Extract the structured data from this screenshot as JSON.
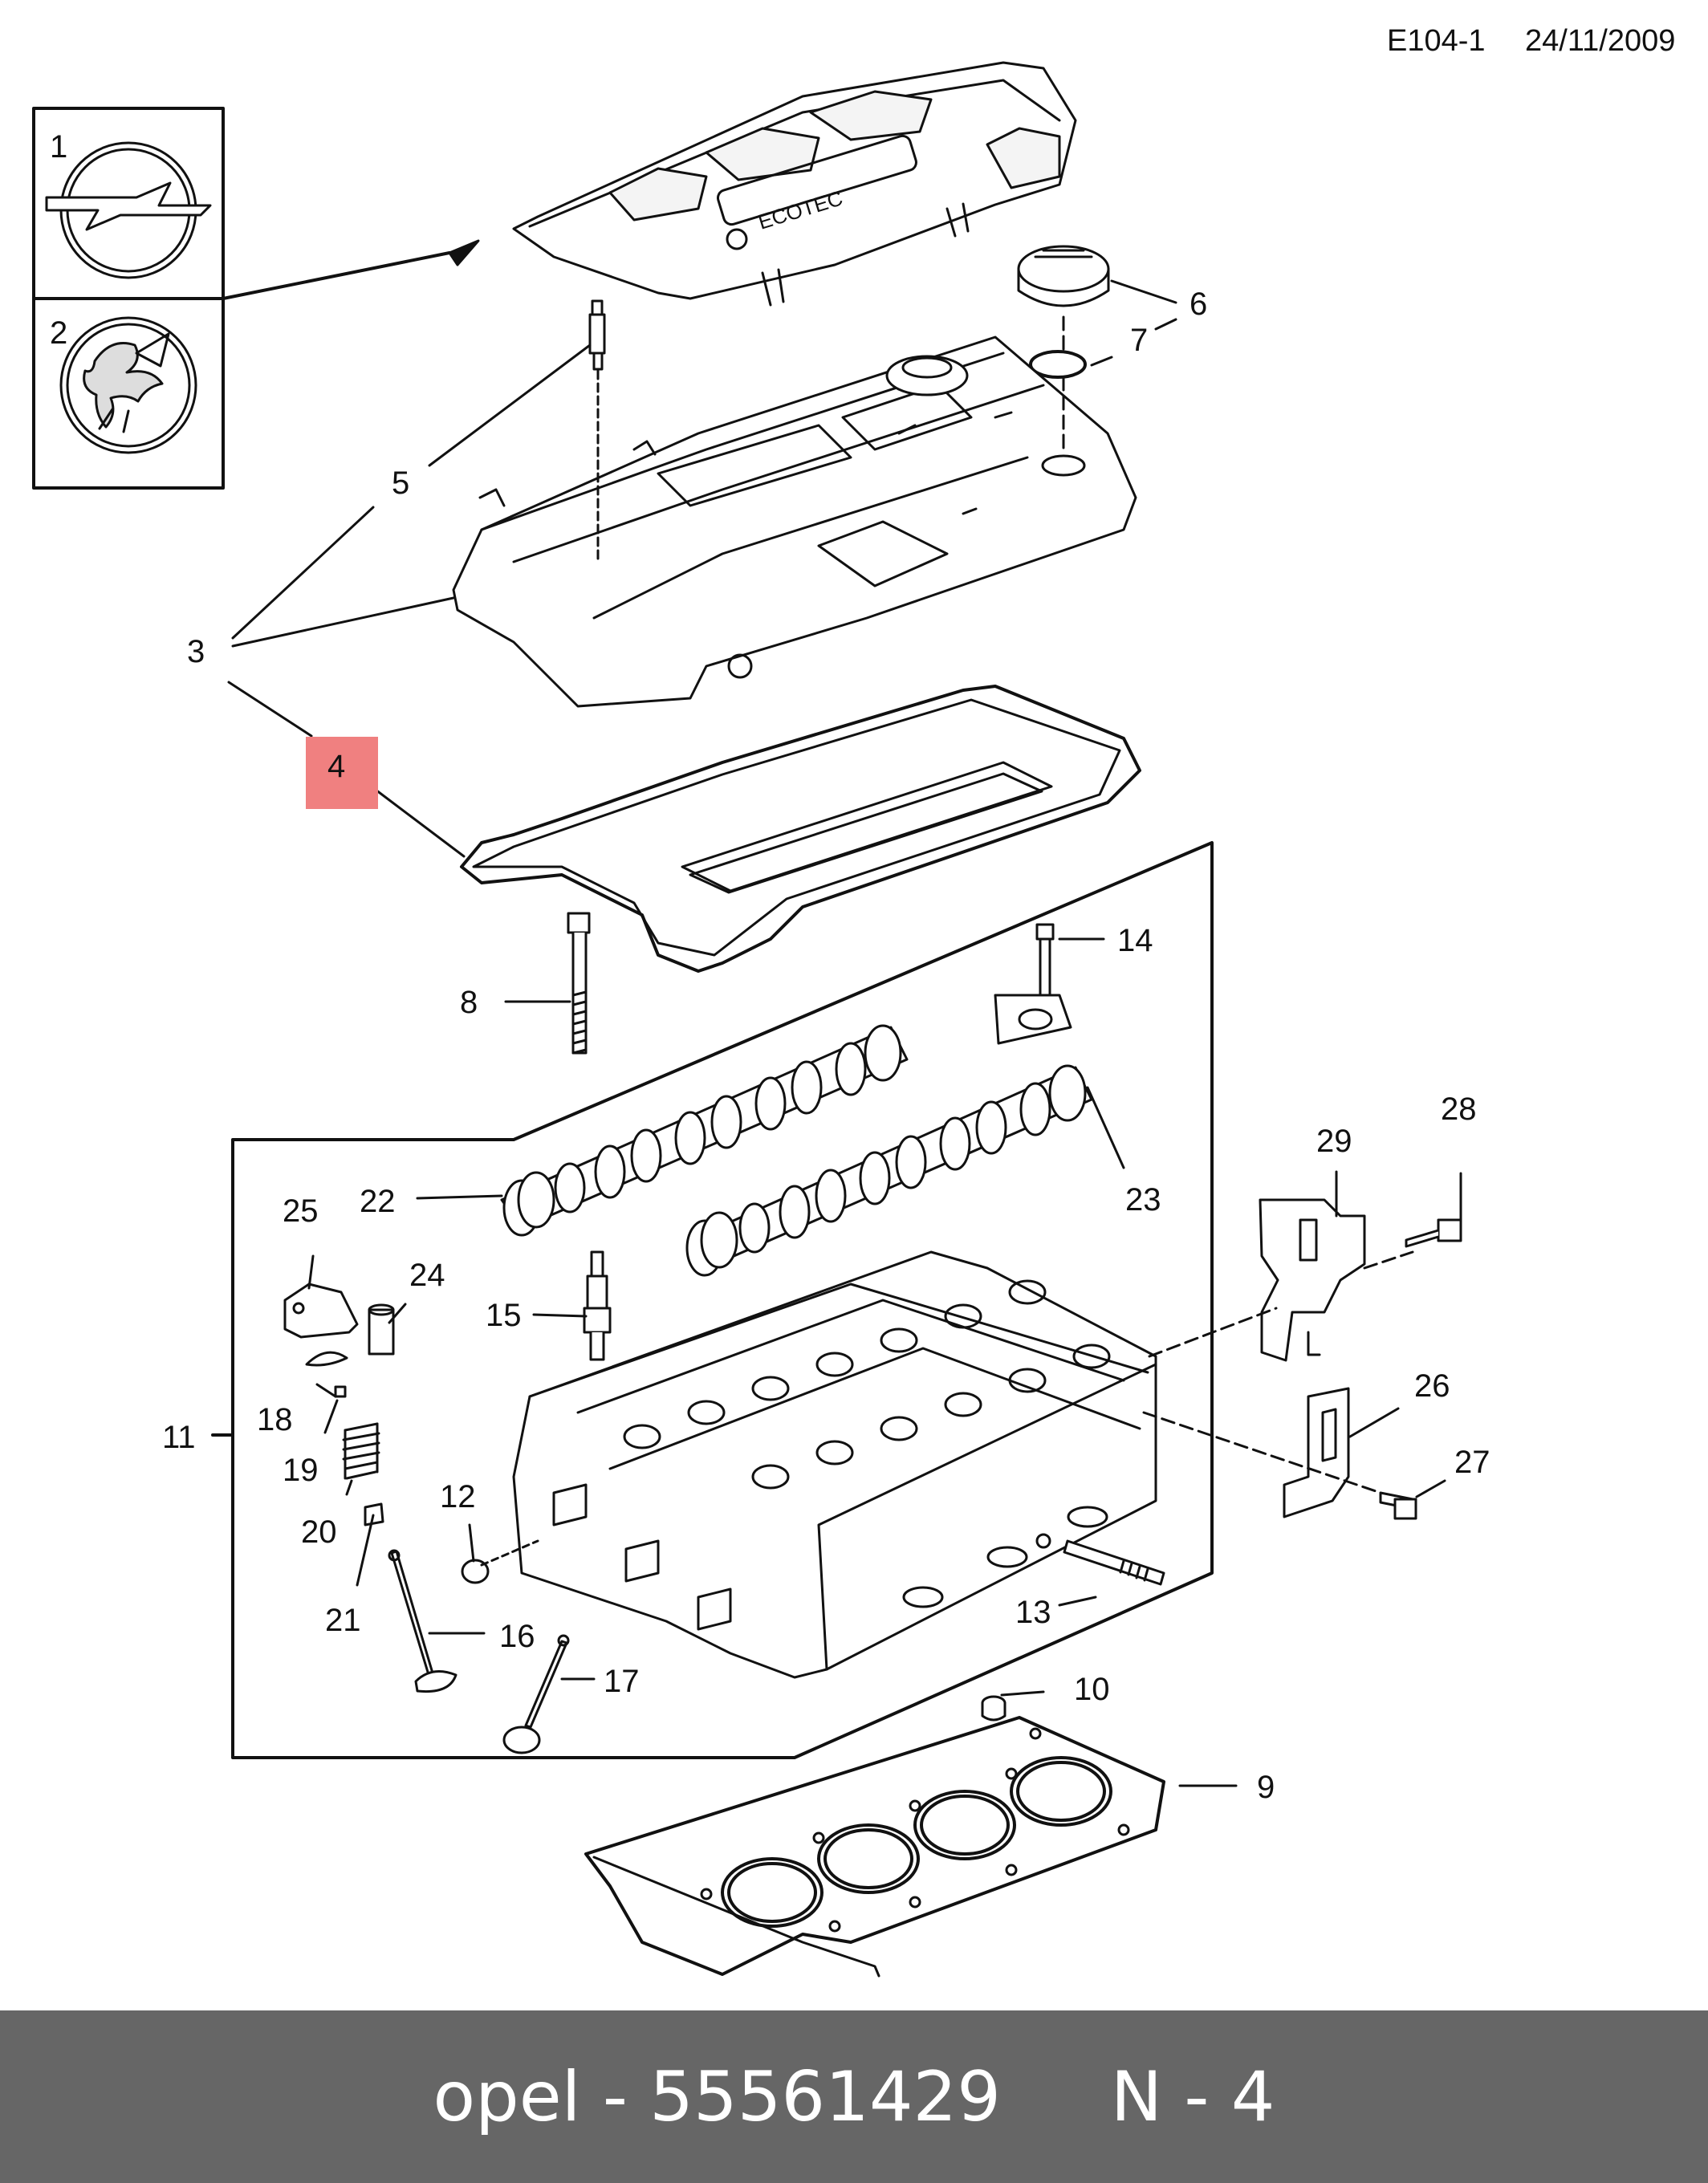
{
  "header": {
    "code": "E104-1",
    "date": "24/11/2009"
  },
  "callouts": [
    "1",
    "2",
    "3",
    "4",
    "5",
    "6",
    "7",
    "8",
    "9",
    "10",
    "11",
    "12",
    "13",
    "14",
    "15",
    "16",
    "17",
    "18",
    "19",
    "20",
    "21",
    "22",
    "23",
    "24",
    "25",
    "26",
    "27",
    "28",
    "29"
  ],
  "highlighted_callout": "4",
  "highlight_color": "#f08080",
  "logos": [
    {
      "label": "1",
      "icon": "opel-logo-icon"
    },
    {
      "label": "2",
      "icon": "vauxhall-griffin-icon"
    }
  ],
  "cover_text": "ECOTEC",
  "footer": {
    "brand": "opel",
    "part_number": "55561429",
    "position": "N - 4"
  },
  "footer_bg": "#666666"
}
